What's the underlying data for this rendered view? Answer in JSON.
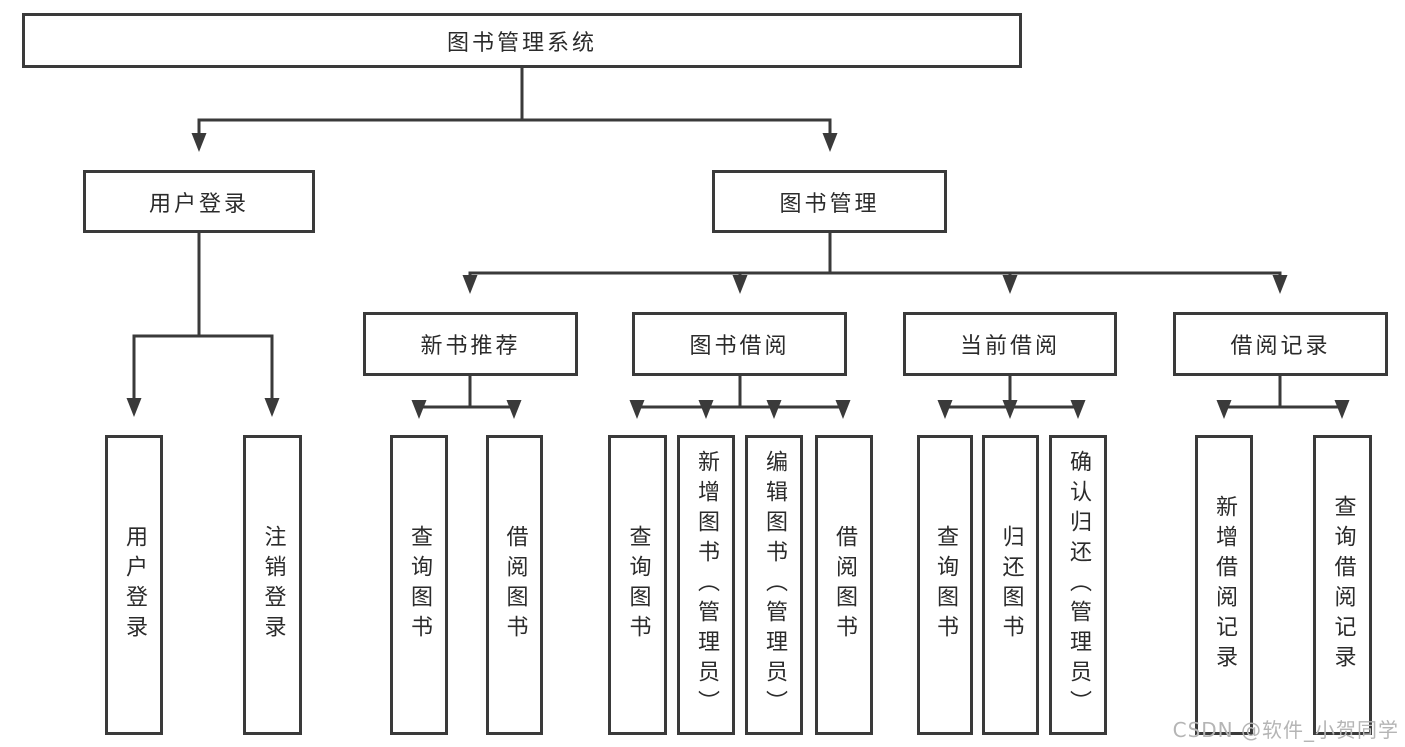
{
  "diagram": {
    "title": "图书管理系统",
    "tree": {
      "label": "图书管理系统",
      "children": [
        {
          "label": "用户登录",
          "children": [
            {
              "label": "用户登录"
            },
            {
              "label": "注销登录"
            }
          ]
        },
        {
          "label": "图书管理",
          "children": [
            {
              "label": "新书推荐",
              "children": [
                {
                  "label": "查询图书"
                },
                {
                  "label": "借阅图书"
                }
              ]
            },
            {
              "label": "图书借阅",
              "children": [
                {
                  "label": "查询图书"
                },
                {
                  "label": "新增图书（管理员）"
                },
                {
                  "label": "编辑图书（管理员）"
                },
                {
                  "label": "借阅图书"
                }
              ]
            },
            {
              "label": "当前借阅",
              "children": [
                {
                  "label": "查询图书"
                },
                {
                  "label": "归还图书"
                },
                {
                  "label": "确认归还（管理员）"
                }
              ]
            },
            {
              "label": "借阅记录",
              "children": [
                {
                  "label": "新增借阅记录"
                },
                {
                  "label": "查询借阅记录"
                }
              ]
            }
          ]
        }
      ]
    }
  },
  "watermark": {
    "text": "CSDN @软件_小贺同学"
  },
  "colors": {
    "line": "#3a3a3a",
    "text": "#2b2b2b",
    "watermark": "#b5b5b5",
    "background": "#ffffff"
  }
}
